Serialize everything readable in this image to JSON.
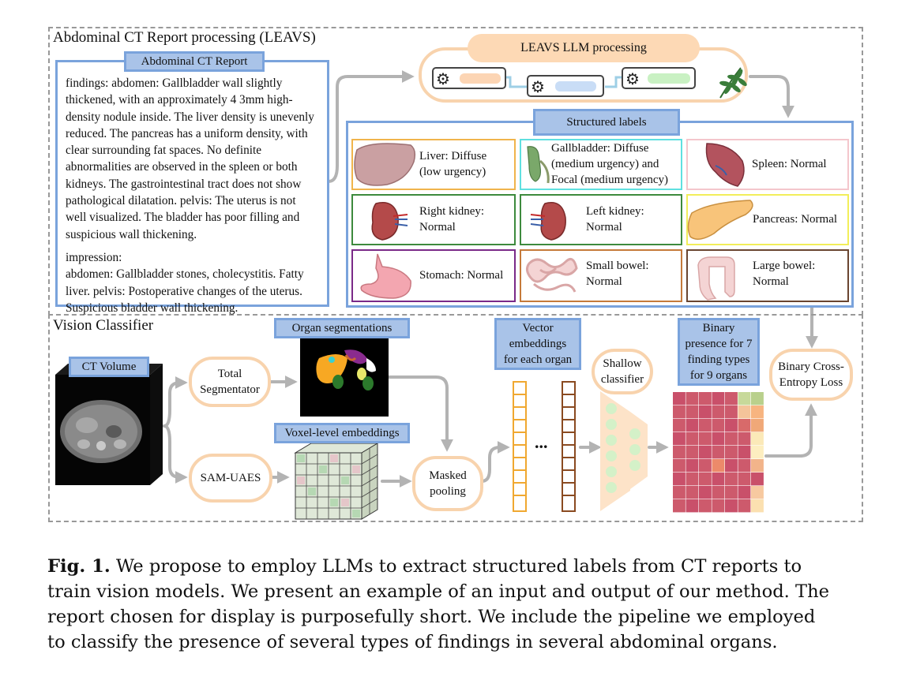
{
  "top_section": {
    "title": "Abdominal CT Report processing (LEAVS)"
  },
  "report": {
    "label": "Abdominal CT Report",
    "findings_lines": [
      "findings:  abdomen: Gallbladder wall slightly",
      "thickened, with an approximately 4 3mm high-",
      "density nodule inside. The liver density is unevenly",
      "reduced. The pancreas has a uniform density, with",
      "clear surrounding fat spaces. No definite",
      "abnormalities are observed in the spleen or both",
      "kidneys. The gastrointestinal tract does not show",
      "pathological dilatation. pelvis: The uterus is not",
      "well visualized. The bladder has poor filling and",
      "suspicious wall thickening."
    ],
    "impression_lines": [
      "impression:",
      "abdomen: Gallbladder stones, cholecystitis. Fatty",
      "liver. pelvis: Postoperative changes of the uterus.",
      "Suspicious bladder wall thickening."
    ]
  },
  "llm": {
    "label": "LEAVS LLM processing"
  },
  "structured": {
    "label": "Structured labels",
    "organs": [
      {
        "text": [
          "Liver: Diffuse",
          "(low urgency)"
        ],
        "border": "#f0b44c"
      },
      {
        "text": [
          "Gallbladder: Diffuse",
          "(medium urgency) and",
          "Focal  (medium urgency)"
        ],
        "border": "#5fe0e0"
      },
      {
        "text": [
          "Spleen: Normal"
        ],
        "border": "#f4c6cc"
      },
      {
        "text": [
          "Right kidney:",
          "Normal"
        ],
        "border": "#3d8a3d"
      },
      {
        "text": [
          "Left kidney:",
          "Normal"
        ],
        "border": "#3d8a3d"
      },
      {
        "text": [
          "Pancreas: Normal"
        ],
        "border": "#f2ee5a"
      },
      {
        "text": [
          "Stomach: Normal"
        ],
        "border": "#7a2a88"
      },
      {
        "text": [
          "Small bowel:",
          "Normal"
        ],
        "border": "#c57a3a"
      },
      {
        "text": [
          "Large bowel:",
          "Normal"
        ],
        "border": "#6a4530"
      }
    ]
  },
  "vision": {
    "title": "Vision Classifier",
    "ct_volume": "CT Volume",
    "total_seg": [
      "Total",
      "Segmentator"
    ],
    "sam": "SAM-UAES",
    "organ_seg": "Organ segmentations",
    "voxel": "Voxel-level embeddings",
    "masked": [
      "Masked",
      "pooling"
    ],
    "vector": [
      "Vector",
      "embeddings",
      "for each organ"
    ],
    "dots": "...",
    "shallow": [
      "Shallow",
      "classifier"
    ],
    "binary": [
      "Binary",
      "presence for 7",
      "finding types",
      "for 9 organs"
    ],
    "bce": [
      "Binary Cross-",
      "Entropy Loss"
    ]
  },
  "caption": {
    "bold": "Fig. 1.",
    "lines": [
      " We propose to employ LLMs to extract structured labels from CT reports to",
      "train vision models. We present an example of an input and output of our method. The",
      "report chosen for display is purposefully short. We include the pipeline we employed",
      "to classify the presence of several types of findings in several abdominal organs."
    ]
  },
  "colors": {
    "blue_border": "#7aa3dc",
    "blue_fill": "#a9c3e8",
    "peach": "#f8d3ad",
    "arrow": "#b3b3b3",
    "dash": "#999999",
    "orange_vec": "#f0a830",
    "brown_vec": "#8a4a20"
  }
}
